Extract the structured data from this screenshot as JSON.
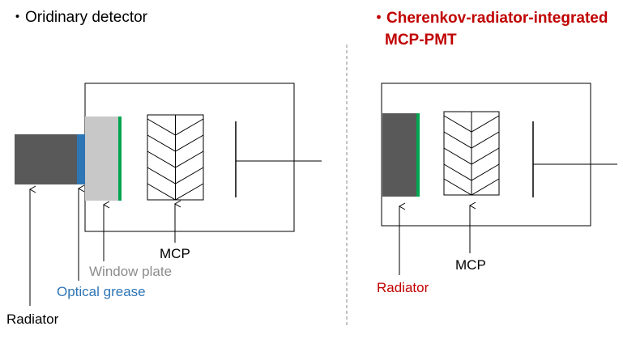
{
  "titles": {
    "left": "・Oridinary detector",
    "right_line1": "・Cherenkov-radiator-integrated",
    "right_line2": "MCP-PMT"
  },
  "labels": {
    "mcp_left": "MCP",
    "window_plate": "Window plate",
    "optical_grease": "Optical grease",
    "radiator_left": "Radiator",
    "mcp_right": "MCP",
    "radiator_right": "Radiator"
  },
  "colors": {
    "radiator": "#595959",
    "optical_grease": "#2e75b6",
    "window_plate": "#c8c8c8",
    "photocathode": "#00a550",
    "title_red": "#c00000",
    "grease_text": "#2e75b6",
    "window_text": "#8c8c8c",
    "radiator_red_text": "#c00000"
  }
}
